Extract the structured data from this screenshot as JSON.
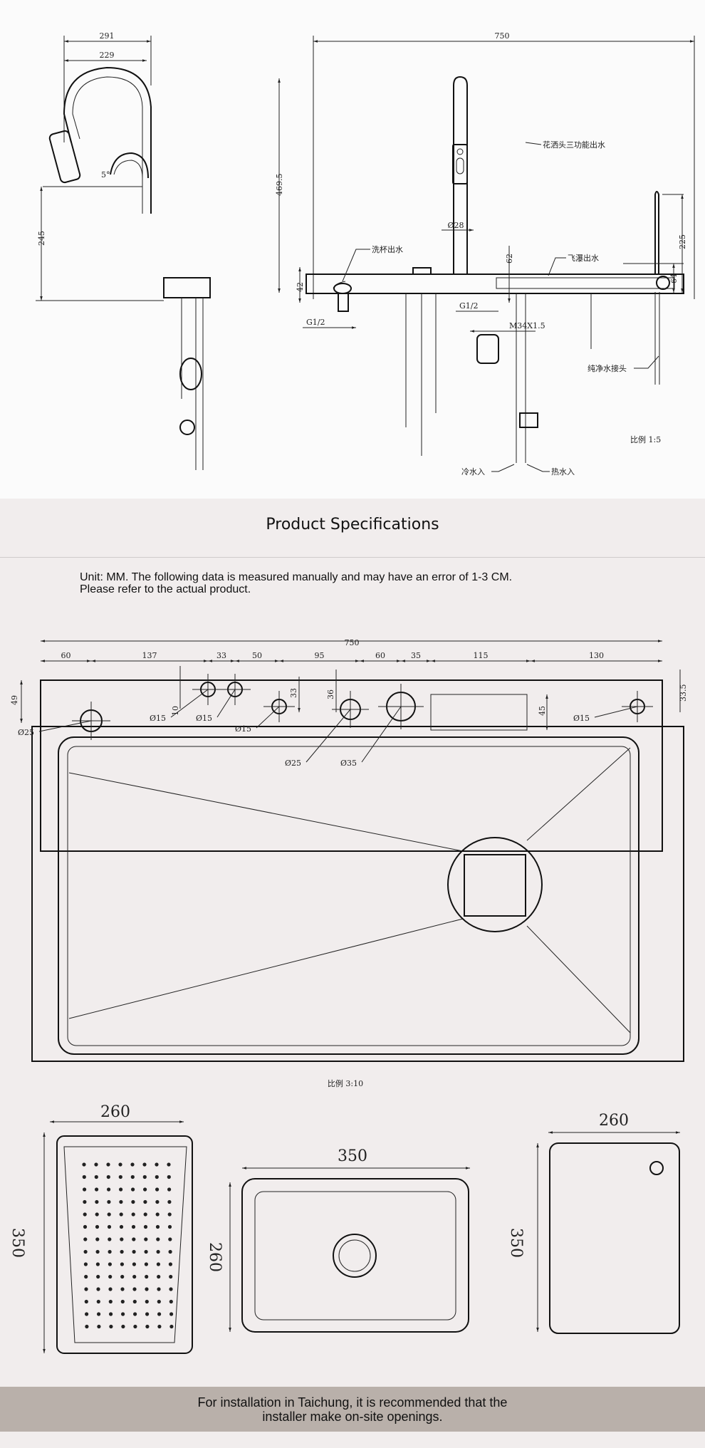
{
  "side_view": {
    "dims": {
      "width_total": "291",
      "width_spout": "229",
      "height": "245",
      "angle": "5°"
    }
  },
  "front_view": {
    "dims": {
      "width": "750",
      "height": "469.5",
      "deck_height": "42",
      "inlet_left": "G1/2",
      "pipe_dia": "Ø28",
      "knob_height": "62",
      "inlet_mid": "G1/2",
      "thread": "M34X1.5",
      "filter_height": "225",
      "filter_base": "64"
    },
    "labels": {
      "shower_head": "花洒头三功能出水",
      "cup_wash": "洗杯出水",
      "waterfall": "飞瀑出水",
      "pure_water": "纯净水接头",
      "cold_in": "冷水入",
      "hot_in": "热水入"
    },
    "scale": "比例 1:5"
  },
  "title": "Product Specifications",
  "note": {
    "line1": "Unit: MM. The following data is measured manually and may have an error of 1-3 CM.",
    "line2": "Please refer to the actual product."
  },
  "sink_plan": {
    "overall": "750",
    "segments": [
      "60",
      "137",
      "33",
      "50",
      "95",
      "60",
      "35",
      "115",
      "130"
    ],
    "vertical": {
      "left": "49",
      "v10": "10",
      "v33": "33",
      "v36": "36",
      "v45": "45",
      "right": "33.5"
    },
    "holes": {
      "h1": "Ø25",
      "h2": "Ø15",
      "h3": "Ø15",
      "h4": "Ø15",
      "h5": "Ø25",
      "h6": "Ø35",
      "h7": "Ø15"
    },
    "scale": "比例 3:10"
  },
  "accessories": {
    "basket": {
      "width": "260",
      "length": "350"
    },
    "tray": {
      "width": "350",
      "length": "260"
    },
    "board": {
      "width": "260",
      "length": "350"
    }
  },
  "banner": {
    "line1": "For installation in Taichung, it is recommended that the",
    "line2": "installer make on-site openings."
  }
}
